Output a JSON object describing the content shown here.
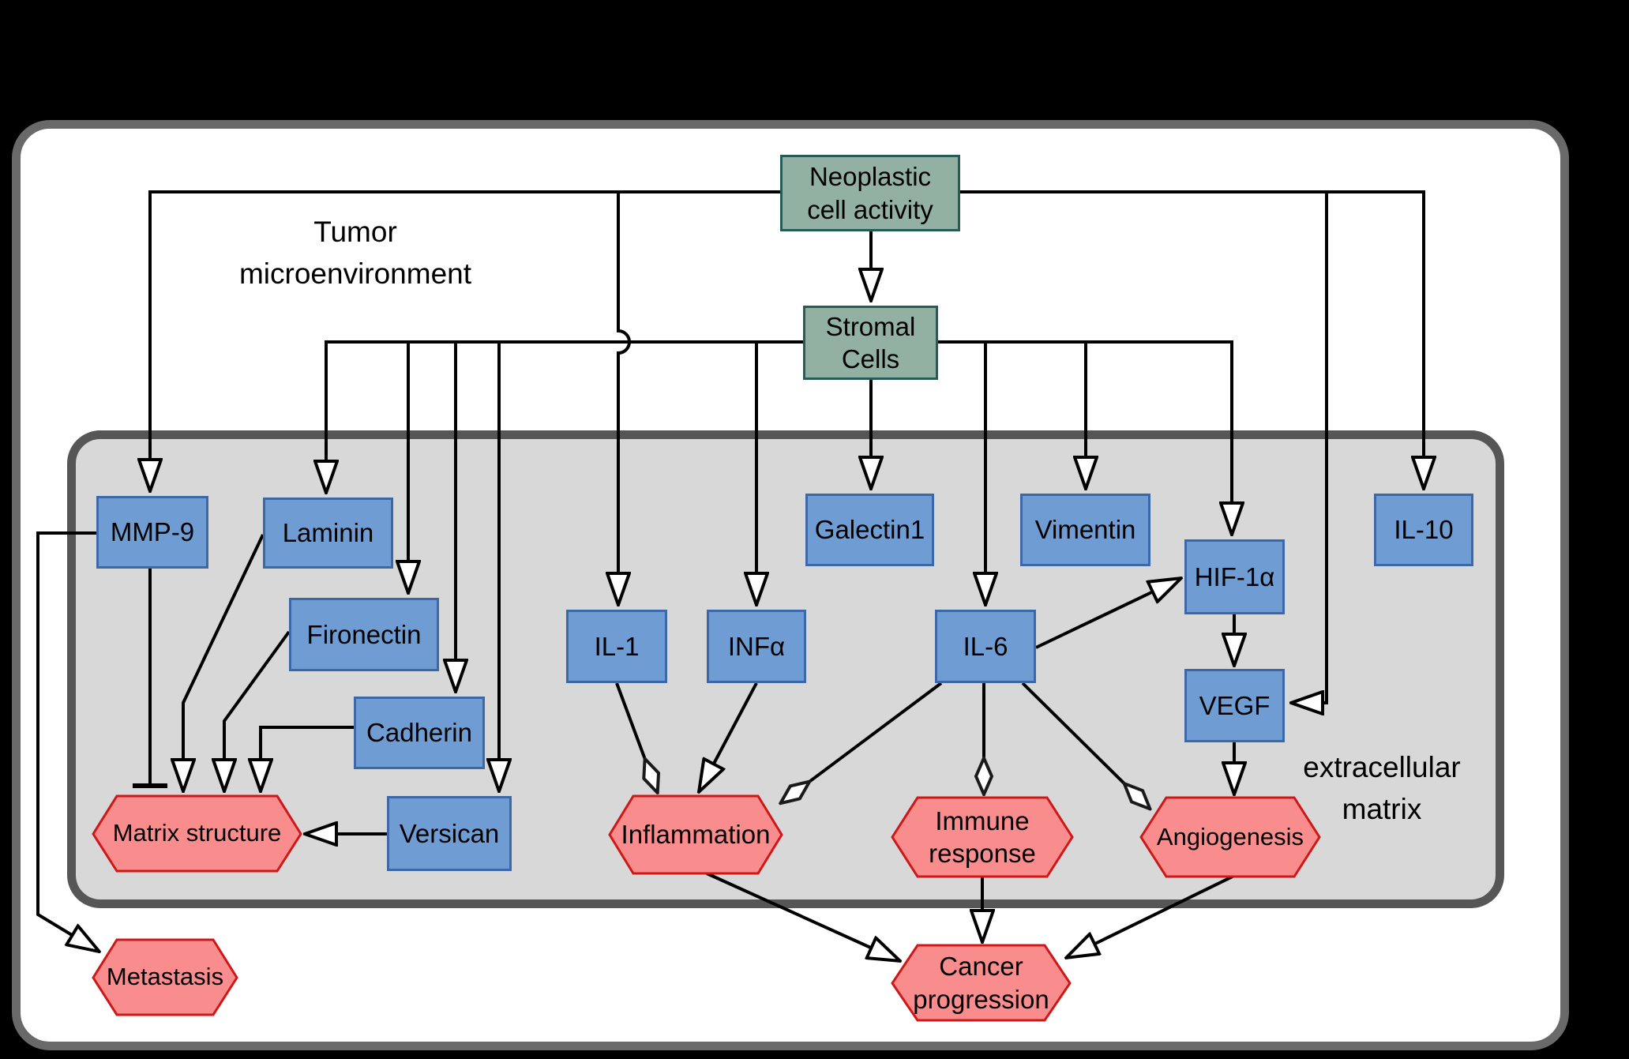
{
  "regions": {
    "tumor_microenvironment": {
      "label": "Tumor\nmicroenvironment"
    },
    "extracellular_matrix": {
      "label": "extracellular\nmatrix"
    }
  },
  "colors": {
    "background": "#000000",
    "panel_fill": "#ffffff",
    "panel_border": "#696969",
    "container_fill": "#d8d8d8",
    "container_border": "#565656",
    "green_fill": "#92b1a2",
    "green_border": "#275b58",
    "blue_fill": "#6f9dd3",
    "blue_border": "#3a68a8",
    "hexagon_fill": "#f98d8d",
    "hexagon_border": "#cf1717",
    "edge_color": "#000000"
  },
  "nodes": {
    "neoplastic": {
      "label": "Neoplastic\ncell activity",
      "shape": "rect",
      "color": "green"
    },
    "stromal": {
      "label": "Stromal\nCells",
      "shape": "rect",
      "color": "green"
    },
    "mmp9": {
      "label": "MMP-9",
      "shape": "rect",
      "color": "blue"
    },
    "laminin": {
      "label": "Laminin",
      "shape": "rect",
      "color": "blue"
    },
    "fironectin": {
      "label": "Fironectin",
      "shape": "rect",
      "color": "blue"
    },
    "cadherin": {
      "label": "Cadherin",
      "shape": "rect",
      "color": "blue"
    },
    "versican": {
      "label": "Versican",
      "shape": "rect",
      "color": "blue"
    },
    "il1": {
      "label": "IL-1",
      "shape": "rect",
      "color": "blue"
    },
    "infa": {
      "label": "INFα",
      "shape": "rect",
      "color": "blue"
    },
    "galectin1": {
      "label": "Galectin1",
      "shape": "rect",
      "color": "blue"
    },
    "il6": {
      "label": "IL-6",
      "shape": "rect",
      "color": "blue"
    },
    "vimentin": {
      "label": "Vimentin",
      "shape": "rect",
      "color": "blue"
    },
    "hif1a": {
      "label": "HIF-1α",
      "shape": "rect",
      "color": "blue"
    },
    "vegf": {
      "label": "VEGF",
      "shape": "rect",
      "color": "blue"
    },
    "il10": {
      "label": "IL-10",
      "shape": "rect",
      "color": "blue"
    },
    "matrix_structure": {
      "label": "Matrix structure",
      "shape": "hexagon",
      "color": "red"
    },
    "inflammation": {
      "label": "Inflammation",
      "shape": "hexagon",
      "color": "red"
    },
    "immune_response": {
      "label": "Immune\nresponse",
      "shape": "hexagon",
      "color": "red"
    },
    "angiogenesis": {
      "label": "Angiogenesis",
      "shape": "hexagon",
      "color": "red"
    },
    "metastasis": {
      "label": "Metastasis",
      "shape": "hexagon",
      "color": "red"
    },
    "cancer_progression": {
      "label": "Cancer\nprogression",
      "shape": "hexagon",
      "color": "red"
    }
  },
  "edges": [
    {
      "from": "neoplastic",
      "to": "stromal",
      "type": "open-triangle"
    },
    {
      "from": "neoplastic",
      "to": "mmp9",
      "type": "open-triangle"
    },
    {
      "from": "neoplastic",
      "to": "il1",
      "type": "open-triangle"
    },
    {
      "from": "neoplastic",
      "to": "vegf",
      "type": "open-triangle"
    },
    {
      "from": "neoplastic",
      "to": "il10",
      "type": "open-triangle"
    },
    {
      "from": "stromal",
      "to": "laminin",
      "type": "open-triangle"
    },
    {
      "from": "stromal",
      "to": "fironectin",
      "type": "open-triangle"
    },
    {
      "from": "stromal",
      "to": "cadherin",
      "type": "open-triangle"
    },
    {
      "from": "stromal",
      "to": "versican",
      "type": "open-triangle"
    },
    {
      "from": "stromal",
      "to": "infa",
      "type": "open-triangle"
    },
    {
      "from": "stromal",
      "to": "galectin1",
      "type": "open-triangle"
    },
    {
      "from": "stromal",
      "to": "il6",
      "type": "open-triangle"
    },
    {
      "from": "stromal",
      "to": "vimentin",
      "type": "open-triangle"
    },
    {
      "from": "stromal",
      "to": "hif1a",
      "type": "open-triangle"
    },
    {
      "from": "mmp9",
      "to": "matrix_structure",
      "type": "inhibition-bar"
    },
    {
      "from": "mmp9",
      "to": "metastasis",
      "type": "open-triangle"
    },
    {
      "from": "laminin",
      "to": "matrix_structure",
      "type": "open-triangle"
    },
    {
      "from": "fironectin",
      "to": "matrix_structure",
      "type": "open-triangle"
    },
    {
      "from": "cadherin",
      "to": "matrix_structure",
      "type": "open-triangle"
    },
    {
      "from": "versican",
      "to": "matrix_structure",
      "type": "open-triangle"
    },
    {
      "from": "il1",
      "to": "inflammation",
      "type": "open-diamond"
    },
    {
      "from": "infa",
      "to": "inflammation",
      "type": "open-triangle"
    },
    {
      "from": "il6",
      "to": "inflammation",
      "type": "open-diamond"
    },
    {
      "from": "il6",
      "to": "immune_response",
      "type": "open-diamond"
    },
    {
      "from": "il6",
      "to": "angiogenesis",
      "type": "open-diamond"
    },
    {
      "from": "il6",
      "to": "hif1a",
      "type": "open-triangle"
    },
    {
      "from": "hif1a",
      "to": "vegf",
      "type": "open-triangle"
    },
    {
      "from": "vegf",
      "to": "angiogenesis",
      "type": "open-triangle"
    },
    {
      "from": "inflammation",
      "to": "cancer_progression",
      "type": "open-triangle"
    },
    {
      "from": "immune_response",
      "to": "cancer_progression",
      "type": "open-triangle"
    },
    {
      "from": "angiogenesis",
      "to": "cancer_progression",
      "type": "open-triangle"
    }
  ]
}
